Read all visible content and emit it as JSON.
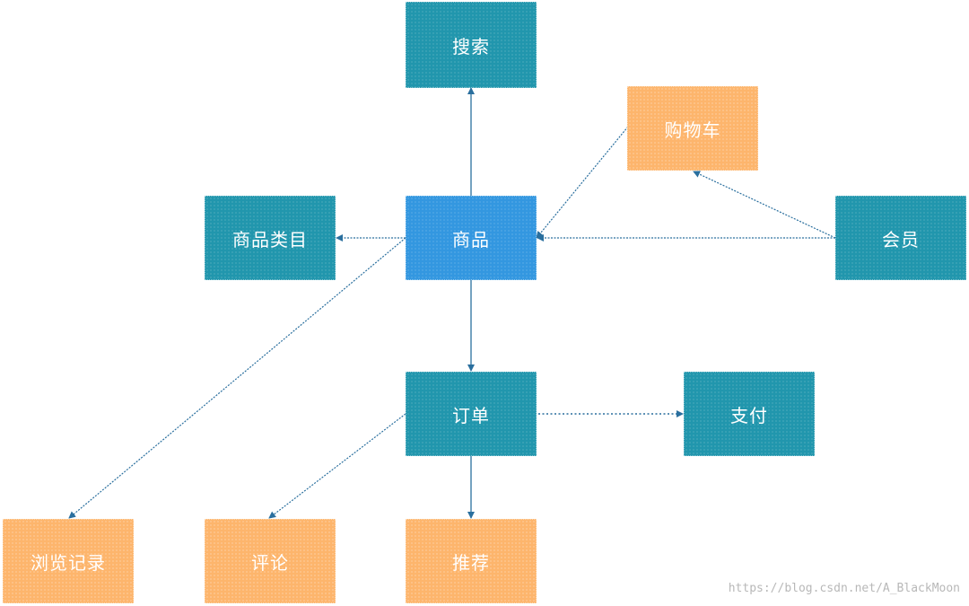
{
  "nodes": {
    "search": "搜索",
    "cart": "购物车",
    "category": "商品类目",
    "product": "商品",
    "member": "会员",
    "order": "订单",
    "payment": "支付",
    "history": "浏览记录",
    "comment": "评论",
    "recommend": "推荐"
  },
  "colors": {
    "teal": "#2196ad",
    "blue": "#3397e0",
    "orange": "#fdb56c",
    "arrow": "#2a6f9e"
  },
  "edges": [
    {
      "from": "product",
      "to": "search"
    },
    {
      "from": "product",
      "to": "category"
    },
    {
      "from": "product",
      "to": "order"
    },
    {
      "from": "product",
      "to": "history"
    },
    {
      "from": "cart",
      "to": "product"
    },
    {
      "from": "member",
      "to": "product"
    },
    {
      "from": "member",
      "to": "cart"
    },
    {
      "from": "order",
      "to": "payment"
    },
    {
      "from": "order",
      "to": "comment"
    },
    {
      "from": "order",
      "to": "recommend"
    }
  ],
  "watermark": "https://blog.csdn.net/A_BlackMoon"
}
